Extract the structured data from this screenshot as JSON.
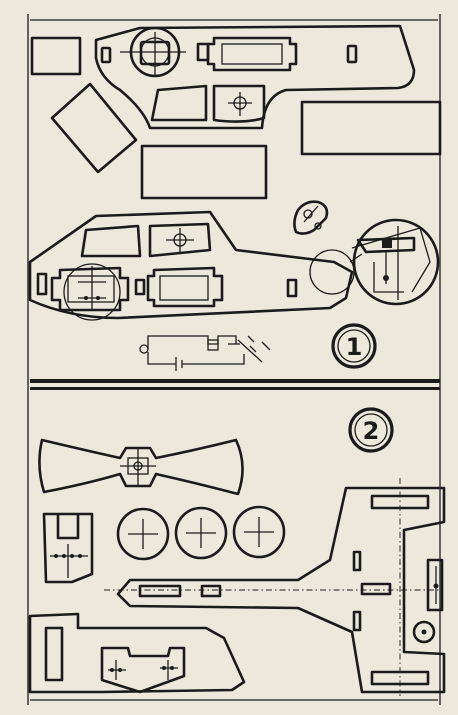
{
  "figures": [
    {
      "id": "figure-1",
      "label": "1"
    },
    {
      "id": "figure-2",
      "label": "2"
    }
  ],
  "colors": {
    "ink": "#1b1b1b",
    "paper": "#ece8dc"
  }
}
